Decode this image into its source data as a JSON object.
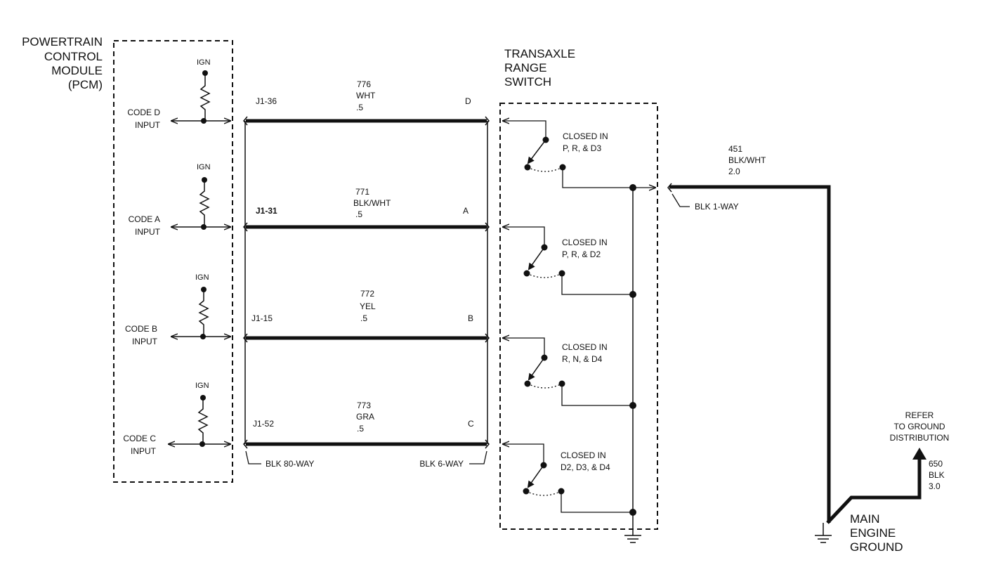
{
  "pcm": {
    "title_lines": [
      "POWERTRAIN",
      "CONTROL",
      "MODULE",
      "(PCM)"
    ],
    "ign_label": "IGN",
    "inputs": [
      {
        "label1": "CODE D",
        "label2": "INPUT"
      },
      {
        "label1": "CODE A",
        "label2": "INPUT"
      },
      {
        "label1": "CODE B",
        "label2": "INPUT"
      },
      {
        "label1": "CODE C",
        "label2": "INPUT"
      }
    ]
  },
  "circuits": [
    {
      "pin": "J1-36",
      "circuit": "776",
      "color": "WHT",
      "gauge": ".5",
      "cavity": "D"
    },
    {
      "pin": "J1-31",
      "circuit": "771",
      "color": "BLK/WHT",
      "gauge": ".5",
      "cavity": "A"
    },
    {
      "pin": "J1-15",
      "circuit": "772",
      "color": "YEL",
      "gauge": ".5",
      "cavity": "B"
    },
    {
      "pin": "J1-52",
      "circuit": "773",
      "color": "GRA",
      "gauge": ".5",
      "cavity": "C"
    }
  ],
  "connectors": {
    "pcm_side": "BLK 80-WAY",
    "switch_side": "BLK 6-WAY",
    "ground_side": "BLK 1-WAY"
  },
  "switch": {
    "title_lines": [
      "TRANSAXLE",
      "RANGE",
      "SWITCH"
    ],
    "contacts": [
      {
        "line1": "CLOSED IN",
        "line2": "P,  R,  & D3"
      },
      {
        "line1": "CLOSED IN",
        "line2": "P,  R,  & D2"
      },
      {
        "line1": "CLOSED IN",
        "line2": "R,  N,  & D4"
      },
      {
        "line1": "CLOSED IN",
        "line2": "D2,  D3,  & D4"
      }
    ]
  },
  "ground_wire": {
    "circuit": "451",
    "color": "BLK/WHT",
    "gauge": "2.0"
  },
  "ground_refer": {
    "lines": [
      "REFER",
      "TO GROUND",
      "DISTRIBUTION"
    ],
    "circuit": "650",
    "color": "BLK",
    "gauge": "3.0"
  },
  "main_ground": {
    "lines": [
      "MAIN",
      "ENGINE",
      "GROUND"
    ]
  }
}
